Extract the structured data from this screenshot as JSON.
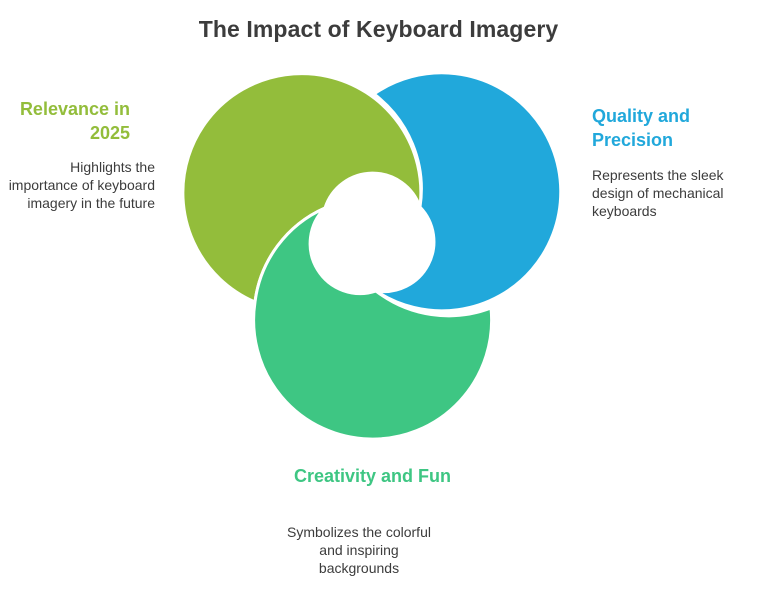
{
  "title": "The Impact of Keyboard Imagery",
  "items": [
    {
      "key": "relevance",
      "heading": "Relevance in 2025",
      "description": "Highlights the importance of keyboard imagery in the future",
      "color": "#93bd3b"
    },
    {
      "key": "quality",
      "heading": "Quality and Precision",
      "description": "Represents the sleek design of mechanical keyboards",
      "color": "#21a8db"
    },
    {
      "key": "creativity",
      "heading": "Creativity and Fun",
      "description": "Symbolizes the colorful and inspiring backgrounds",
      "color": "#3ec683"
    }
  ]
}
